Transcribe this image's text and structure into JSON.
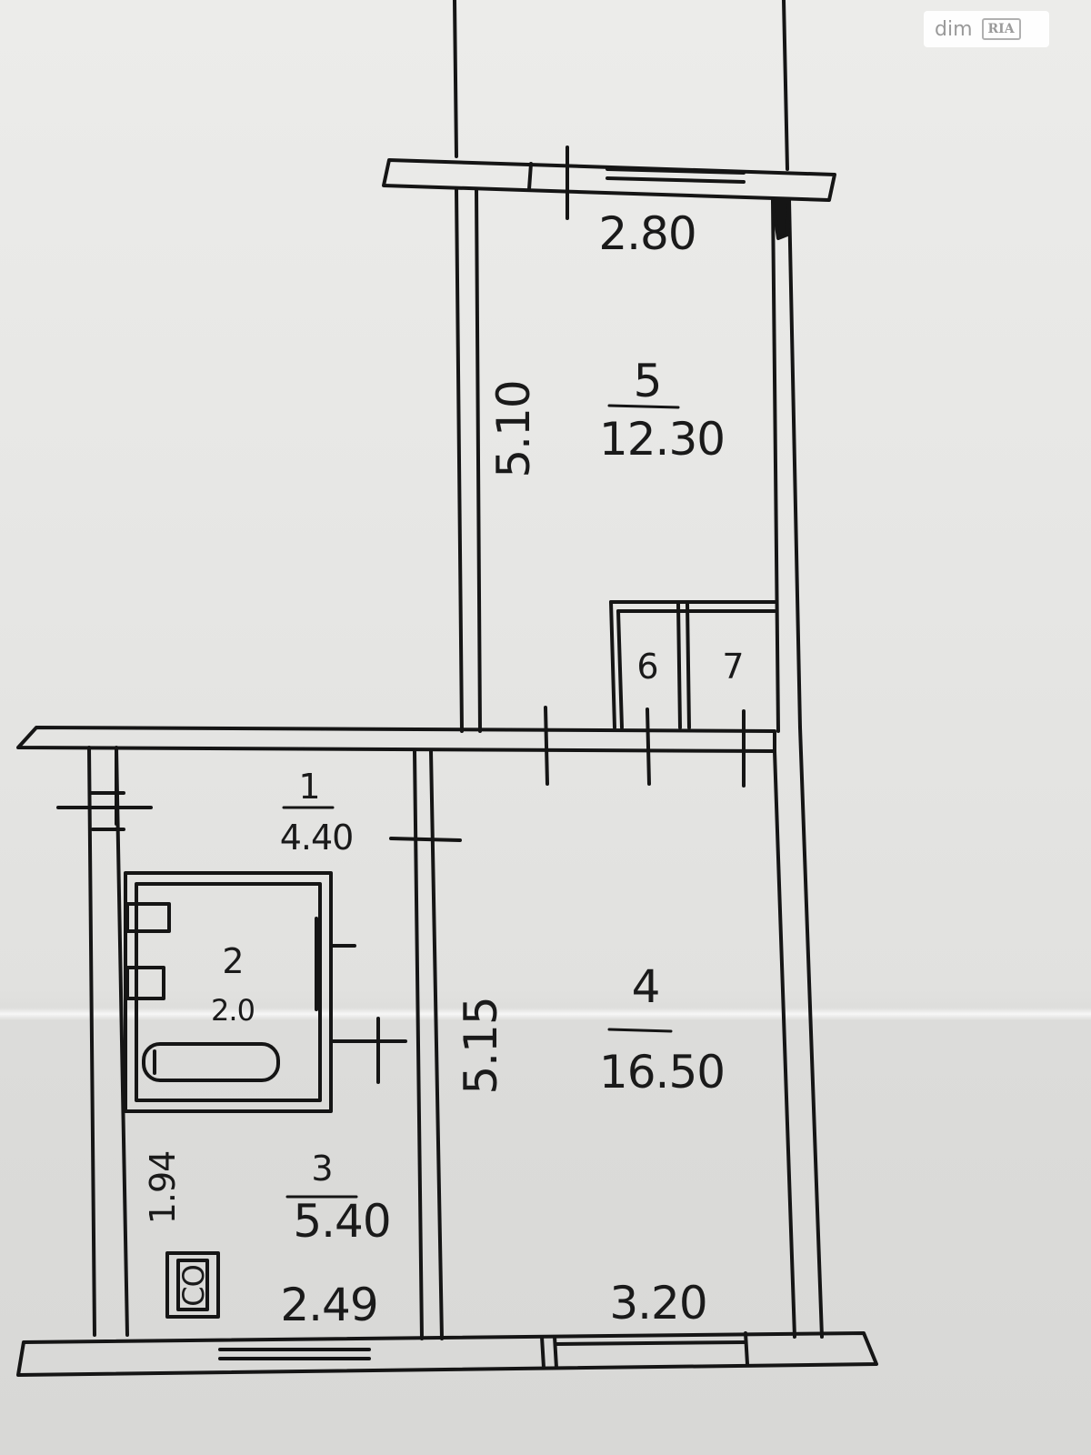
{
  "watermark": {
    "text": "dim",
    "badge": "RIA"
  },
  "rooms": [
    {
      "number": "1",
      "area": "4.40"
    },
    {
      "number": "2",
      "area": "2.0"
    },
    {
      "number": "3",
      "area": "5.40"
    },
    {
      "number": "4",
      "area": "16.50"
    },
    {
      "number": "5",
      "area": "12.30"
    },
    {
      "number": "6"
    },
    {
      "number": "7"
    }
  ],
  "dimensions": {
    "room5_width": "2.80",
    "room5_length": "5.10",
    "room4_length": "5.15",
    "room4_width": "3.20",
    "room3_length": "1.94",
    "room3_width": "2.49"
  },
  "symbol": "CO"
}
